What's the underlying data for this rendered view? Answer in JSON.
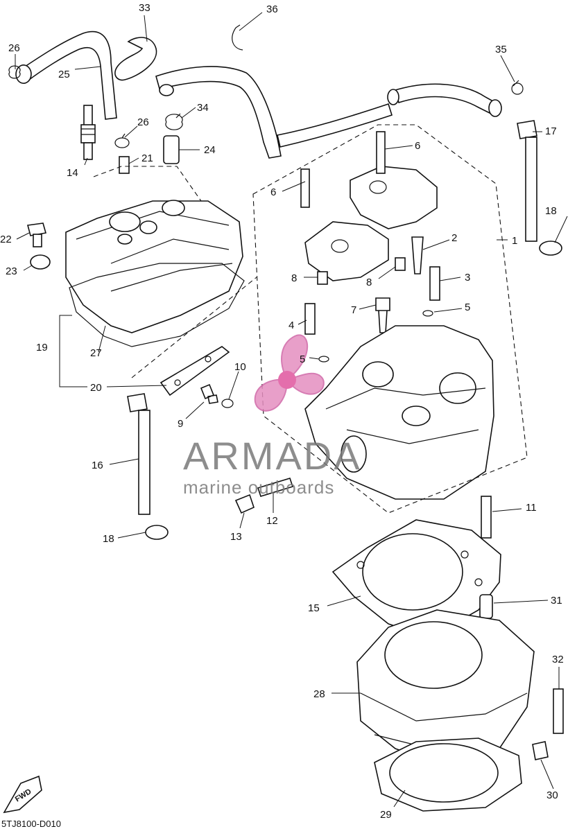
{
  "callouts": {
    "c1": "1",
    "c2": "2",
    "c3": "3",
    "c4": "4",
    "c5a": "5",
    "c5b": "5",
    "c6a": "6",
    "c6b": "6",
    "c7": "7",
    "c8a": "8",
    "c8b": "8",
    "c9": "9",
    "c10": "10",
    "c11": "11",
    "c12": "12",
    "c13": "13",
    "c14": "14",
    "c15": "15",
    "c16": "16",
    "c17": "17",
    "c18a": "18",
    "c18b": "18",
    "c19": "19",
    "c20": "20",
    "c21": "21",
    "c22": "22",
    "c23": "23",
    "c24": "24",
    "c25": "25",
    "c26a": "26",
    "c26b": "26",
    "c27": "27",
    "c28": "28",
    "c29": "29",
    "c30": "30",
    "c31": "31",
    "c32": "32",
    "c33": "33",
    "c34": "34",
    "c35": "35",
    "c36": "36"
  },
  "diagram_code": "5TJ8100-D010",
  "fwd_label": "FWD",
  "watermark": {
    "brand": "ARMADA",
    "subtitle": "marine outboards",
    "logo_color": "#e58fc0",
    "text_color": "#7a7a7a"
  }
}
